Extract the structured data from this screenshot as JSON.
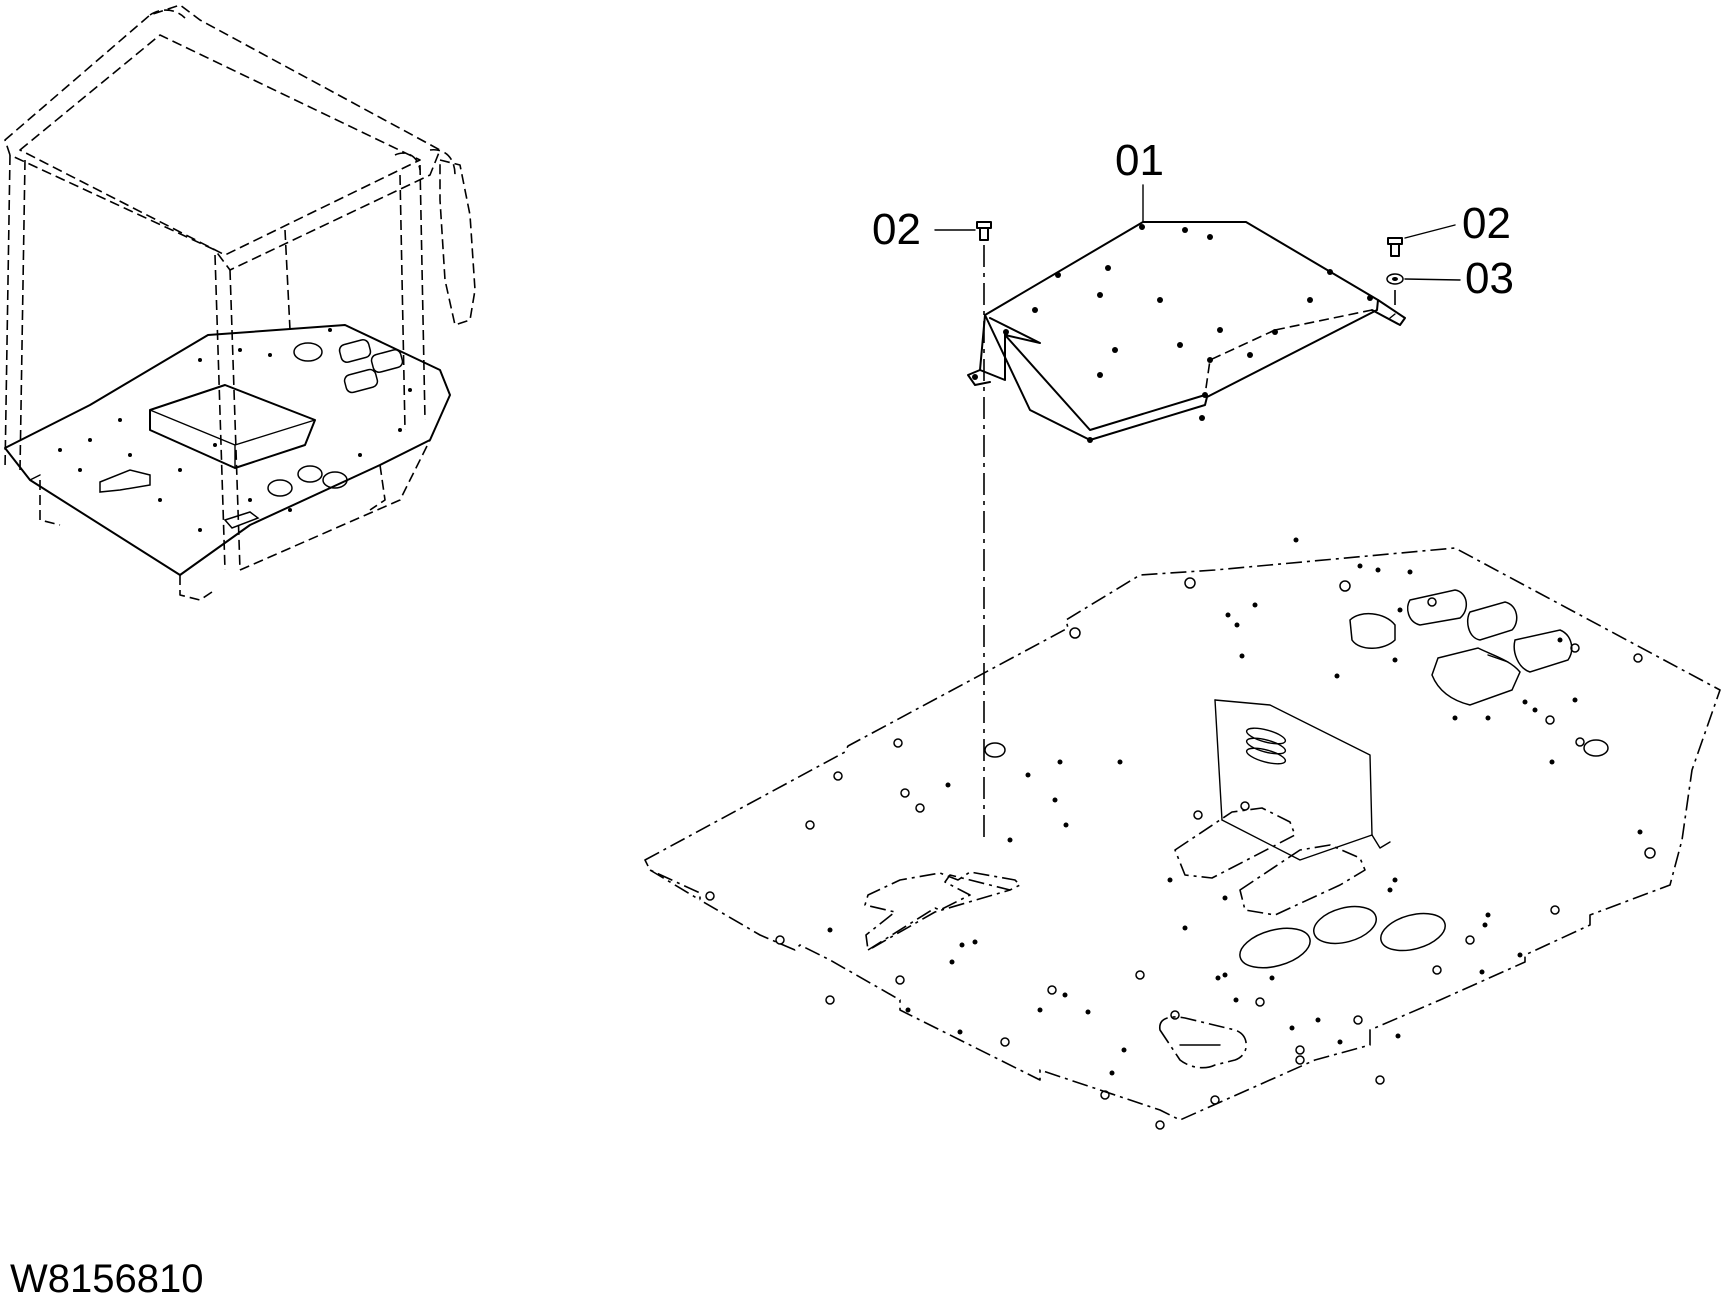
{
  "callouts": {
    "part_01": "01",
    "part_02_left": "02",
    "part_02_right": "02",
    "part_03": "03"
  },
  "drawing_code": "W8156810"
}
